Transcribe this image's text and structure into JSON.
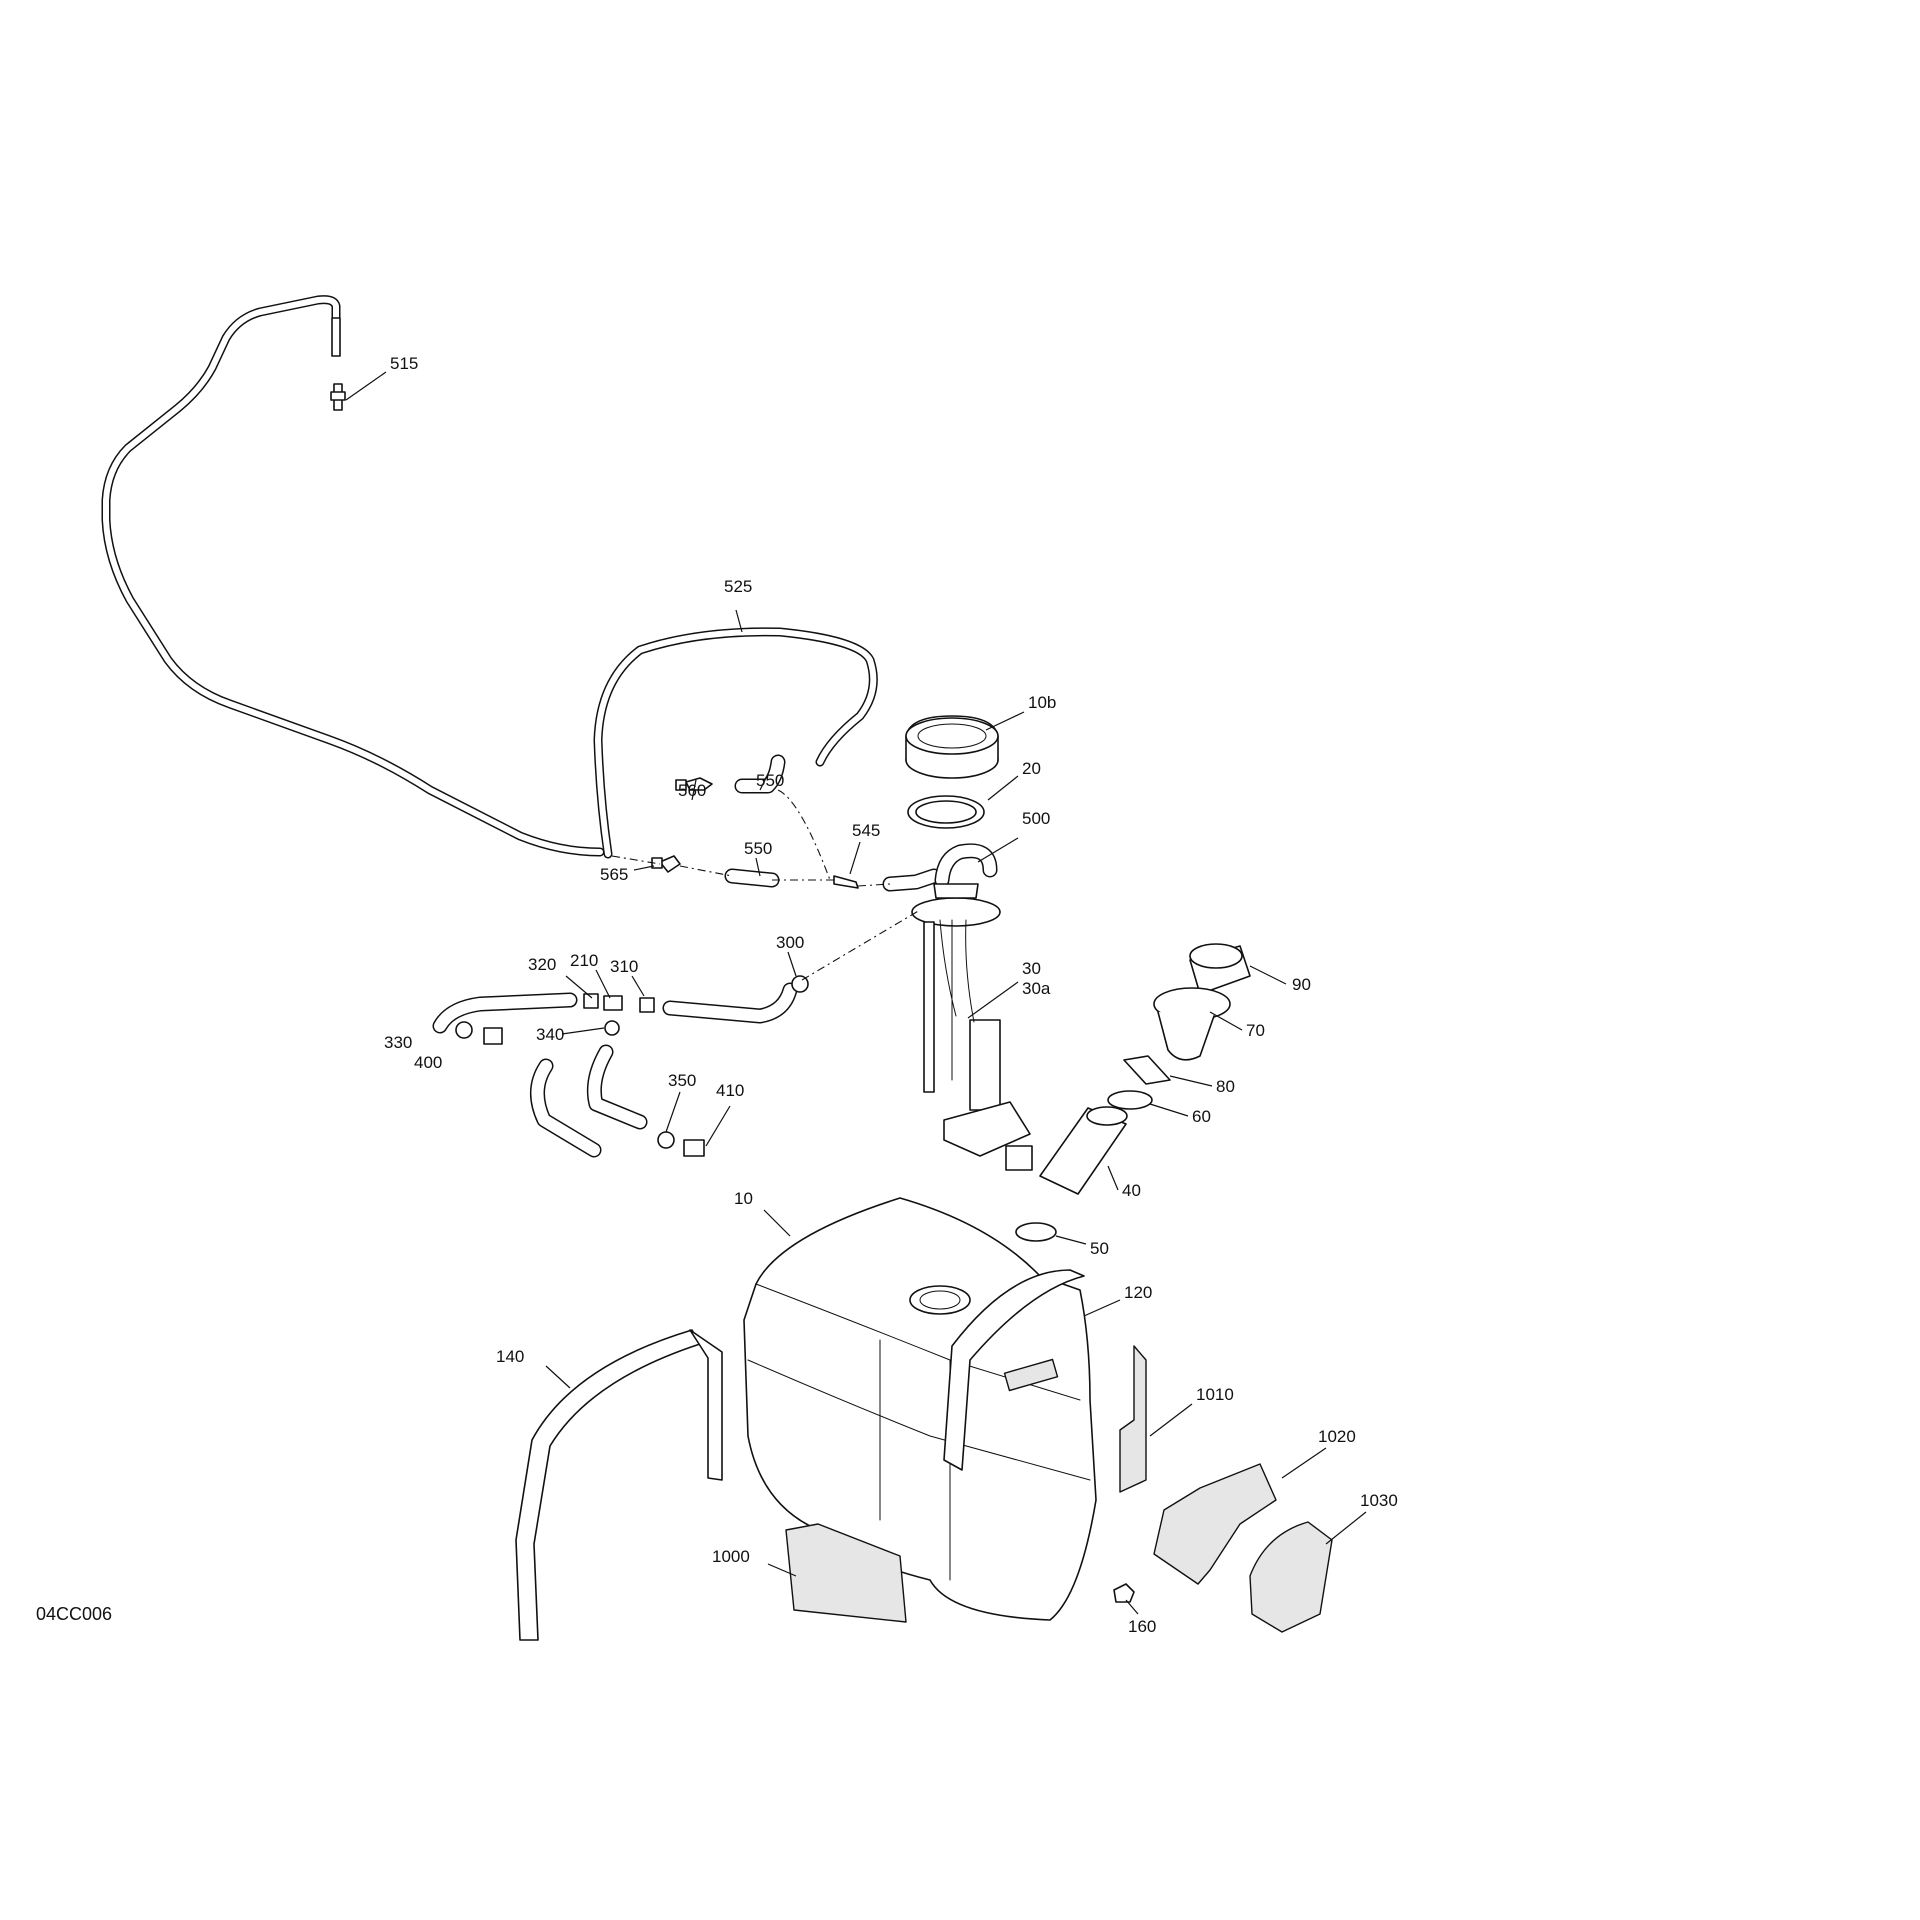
{
  "diagram": {
    "figure_code": "04CC006",
    "callouts": [
      {
        "id": "515",
        "label": "515"
      },
      {
        "id": "525",
        "label": "525"
      },
      {
        "id": "10b",
        "label": "10b"
      },
      {
        "id": "20",
        "label": "20"
      },
      {
        "id": "560",
        "label": "560"
      },
      {
        "id": "550a",
        "label": "550"
      },
      {
        "id": "550b",
        "label": "550"
      },
      {
        "id": "545",
        "label": "545"
      },
      {
        "id": "500",
        "label": "500"
      },
      {
        "id": "565",
        "label": "565"
      },
      {
        "id": "300",
        "label": "300"
      },
      {
        "id": "320",
        "label": "320"
      },
      {
        "id": "210",
        "label": "210"
      },
      {
        "id": "310",
        "label": "310"
      },
      {
        "id": "30",
        "label": "30"
      },
      {
        "id": "30a",
        "label": "30a"
      },
      {
        "id": "90",
        "label": "90"
      },
      {
        "id": "70",
        "label": "70"
      },
      {
        "id": "330",
        "label": "330"
      },
      {
        "id": "400",
        "label": "400"
      },
      {
        "id": "340",
        "label": "340"
      },
      {
        "id": "80",
        "label": "80"
      },
      {
        "id": "350",
        "label": "350"
      },
      {
        "id": "410",
        "label": "410"
      },
      {
        "id": "60",
        "label": "60"
      },
      {
        "id": "40",
        "label": "40"
      },
      {
        "id": "10",
        "label": "10"
      },
      {
        "id": "50",
        "label": "50"
      },
      {
        "id": "120",
        "label": "120"
      },
      {
        "id": "140",
        "label": "140"
      },
      {
        "id": "1010",
        "label": "1010"
      },
      {
        "id": "1020",
        "label": "1020"
      },
      {
        "id": "1030",
        "label": "1030"
      },
      {
        "id": "1000",
        "label": "1000"
      },
      {
        "id": "160",
        "label": "160"
      }
    ]
  }
}
